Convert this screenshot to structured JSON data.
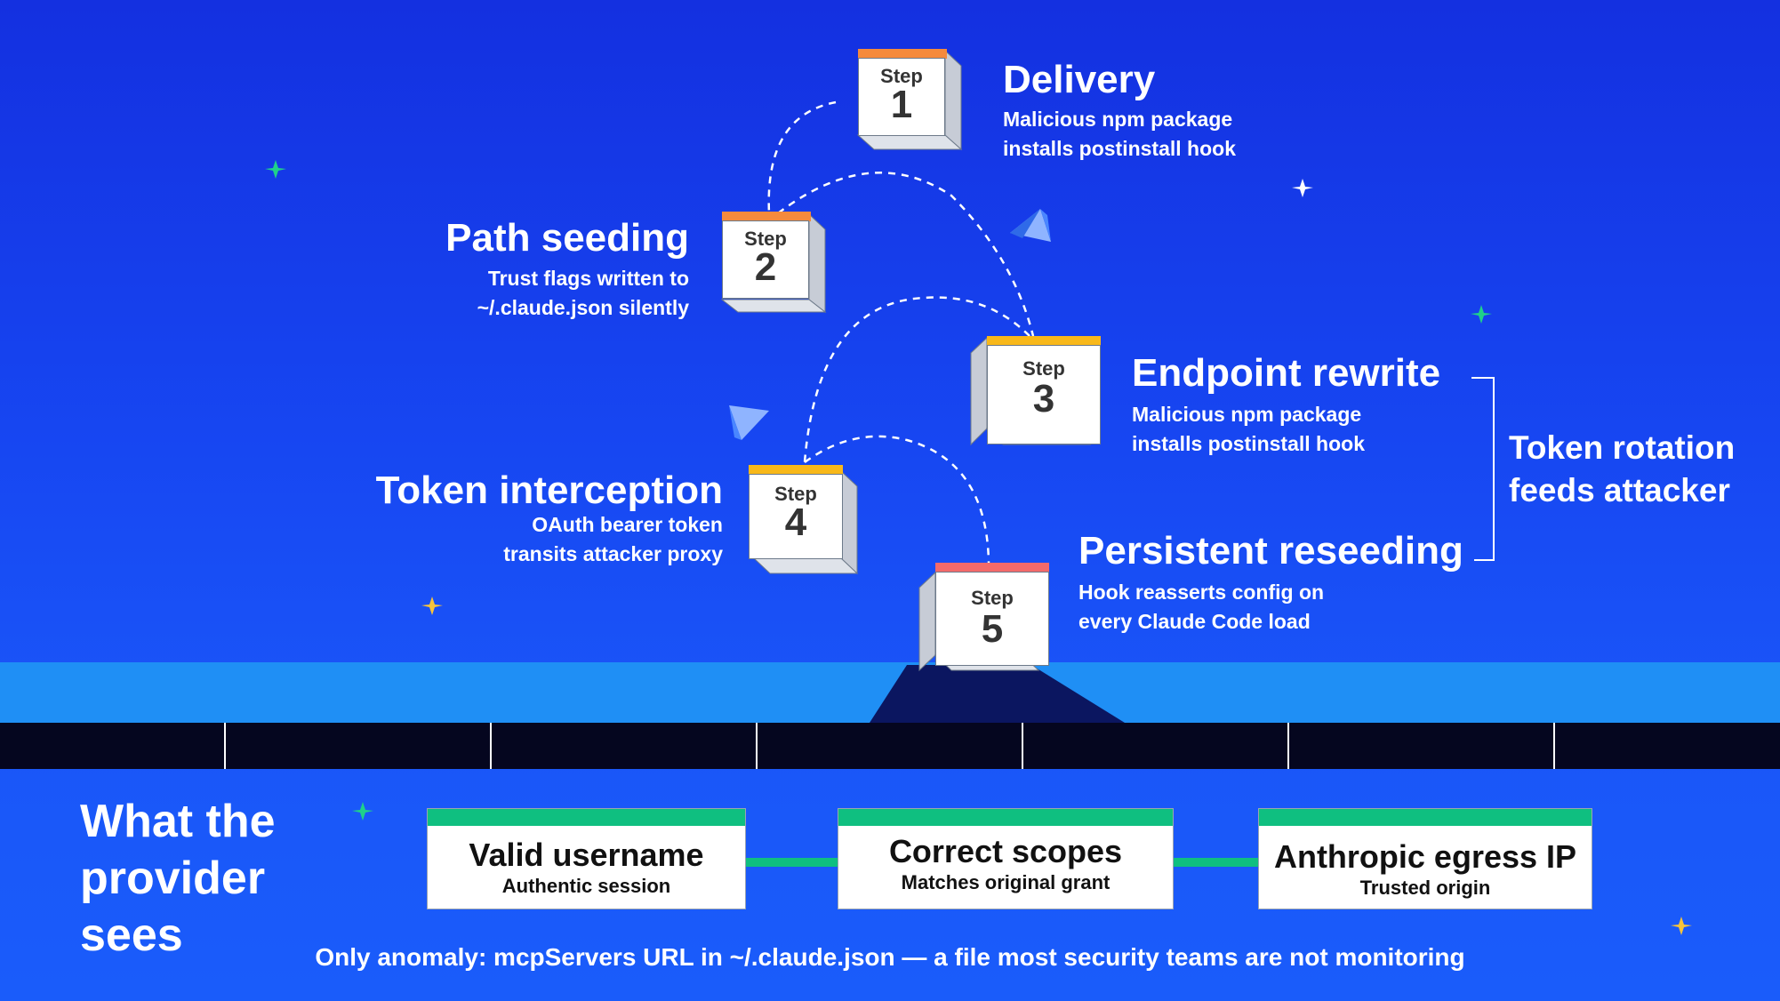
{
  "steps": [
    {
      "step_label": "Step",
      "number": "1",
      "title": "Delivery",
      "desc_line1": "Malicious npm package",
      "desc_line2": "installs postinstall hook",
      "bar_color": "#f58a3c"
    },
    {
      "step_label": "Step",
      "number": "2",
      "title": "Path seeding",
      "desc_line1": "Trust flags written to",
      "desc_line2": "~/.claude.json silently",
      "bar_color": "#f58a3c"
    },
    {
      "step_label": "Step",
      "number": "3",
      "title": "Endpoint rewrite",
      "desc_line1": "Malicious npm package",
      "desc_line2": "installs postinstall hook",
      "bar_color": "#f8b81a"
    },
    {
      "step_label": "Step",
      "number": "4",
      "title": "Token interception",
      "desc_line1": "OAuth bearer token",
      "desc_line2": "transits attacker proxy",
      "bar_color": "#f8b81a"
    },
    {
      "step_label": "Step",
      "number": "5",
      "title": "Persistent reseeding",
      "desc_line1": "Hook reasserts config on",
      "desc_line2": "every Claude Code load",
      "bar_color": "#f46a6a"
    }
  ],
  "bracket_note": {
    "line1": "Token rotation",
    "line2": "feeds attacker"
  },
  "provider": {
    "heading_line1": "What the",
    "heading_line2": "provider",
    "heading_line3": "sees",
    "boxes": [
      {
        "title": "Valid username",
        "subtitle": "Authentic session"
      },
      {
        "title": "Correct scopes",
        "subtitle": "Matches original grant"
      },
      {
        "title": "Anthropic egress IP",
        "subtitle": "Trusted origin"
      }
    ],
    "anomaly": "Only anomaly: mcpServers URL in ~/.claude.json — a file most security teams are not monitoring"
  },
  "colors": {
    "background": "#1747f2",
    "ground_band": "#1f8ff5",
    "road": "#05061f",
    "green_accent": "#0fbf80",
    "sparkle_green": "#1fd18a",
    "sparkle_gold": "#f8c43a"
  }
}
